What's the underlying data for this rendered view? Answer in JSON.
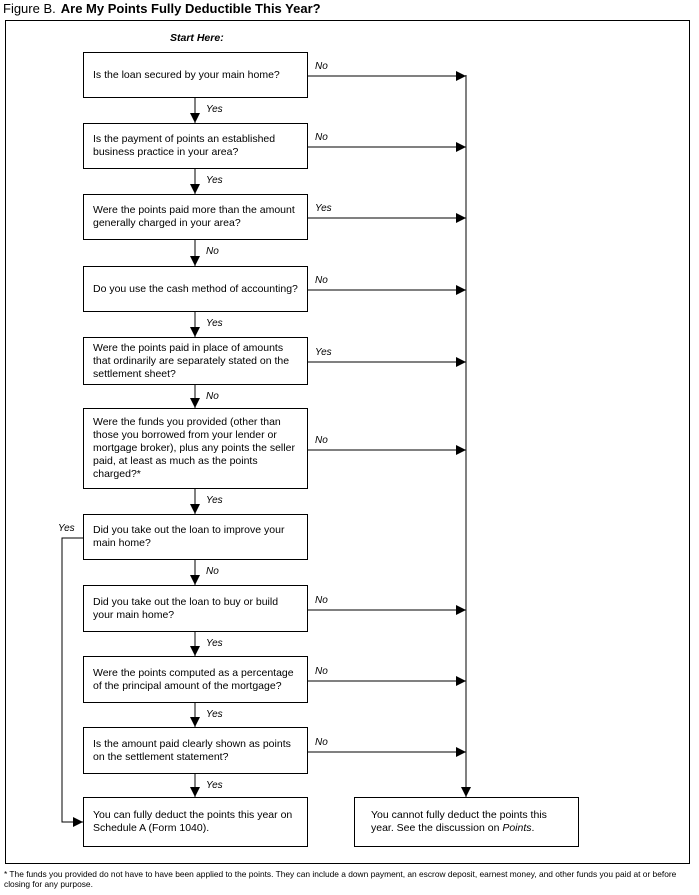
{
  "figure": {
    "label": "Figure B.",
    "title": "Are My Points Fully Deductible This Year?"
  },
  "start_label": "Start Here:",
  "questions": [
    {
      "text": "Is the loan secured by your main home?",
      "down": "Yes",
      "right": "No"
    },
    {
      "text": "Is the payment of points an established business practice in your area?",
      "down": "Yes",
      "right": "No"
    },
    {
      "text": "Were the points paid more than the amount generally charged in your area?",
      "down": "No",
      "right": "Yes"
    },
    {
      "text": "Do you use the cash method of accounting?",
      "down": "Yes",
      "right": "No"
    },
    {
      "text": "Were the points paid in place of amounts that ordinarily are separately stated on the settlement sheet?",
      "down": "No",
      "right": "Yes"
    },
    {
      "text": "Were the funds you provided (other than those you borrowed from your lender or mortgage broker), plus any points the seller paid, at least as much as the points charged?*",
      "down": "Yes",
      "right": "No"
    },
    {
      "text": "Did you take out the loan to improve your main home?",
      "down": "No",
      "left": "Yes"
    },
    {
      "text": "Did you take out the loan to buy or build your main home?",
      "down": "Yes",
      "right": "No"
    },
    {
      "text": "Were the points computed as a percentage of the principal amount of the mortgage?",
      "down": "Yes",
      "right": "No"
    },
    {
      "text": "Is the amount paid clearly shown as points on the settlement statement?",
      "down": "Yes",
      "right": "No"
    }
  ],
  "final_yes": "You can fully deduct the points this year on Schedule A (Form 1040).",
  "final_no": {
    "text": "You cannot fully deduct the points this year. See the discussion on",
    "emphasis": "Points",
    "end": "."
  },
  "footnote": "* The funds you provided do not have to have been applied to the points. They can include a down payment, an escrow deposit, earnest money, and other funds you paid at or before closing for any purpose."
}
